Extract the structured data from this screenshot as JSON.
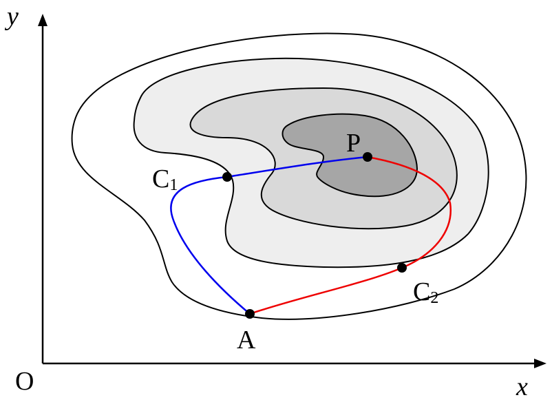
{
  "axes": {
    "x_label": "x",
    "y_label": "y",
    "origin_label": "O"
  },
  "points": {
    "P": {
      "label": "P"
    },
    "A": {
      "label": "A"
    },
    "C1": {
      "letter": "C",
      "sub": "1"
    },
    "C2": {
      "letter": "C",
      "sub": "2"
    }
  },
  "contour_fills": [
    "#ffffff",
    "#eeeeee",
    "#d9d9d9",
    "#a6a6a6"
  ],
  "paths": {
    "blue_color": "#0000ee",
    "red_color": "#ee0000"
  }
}
